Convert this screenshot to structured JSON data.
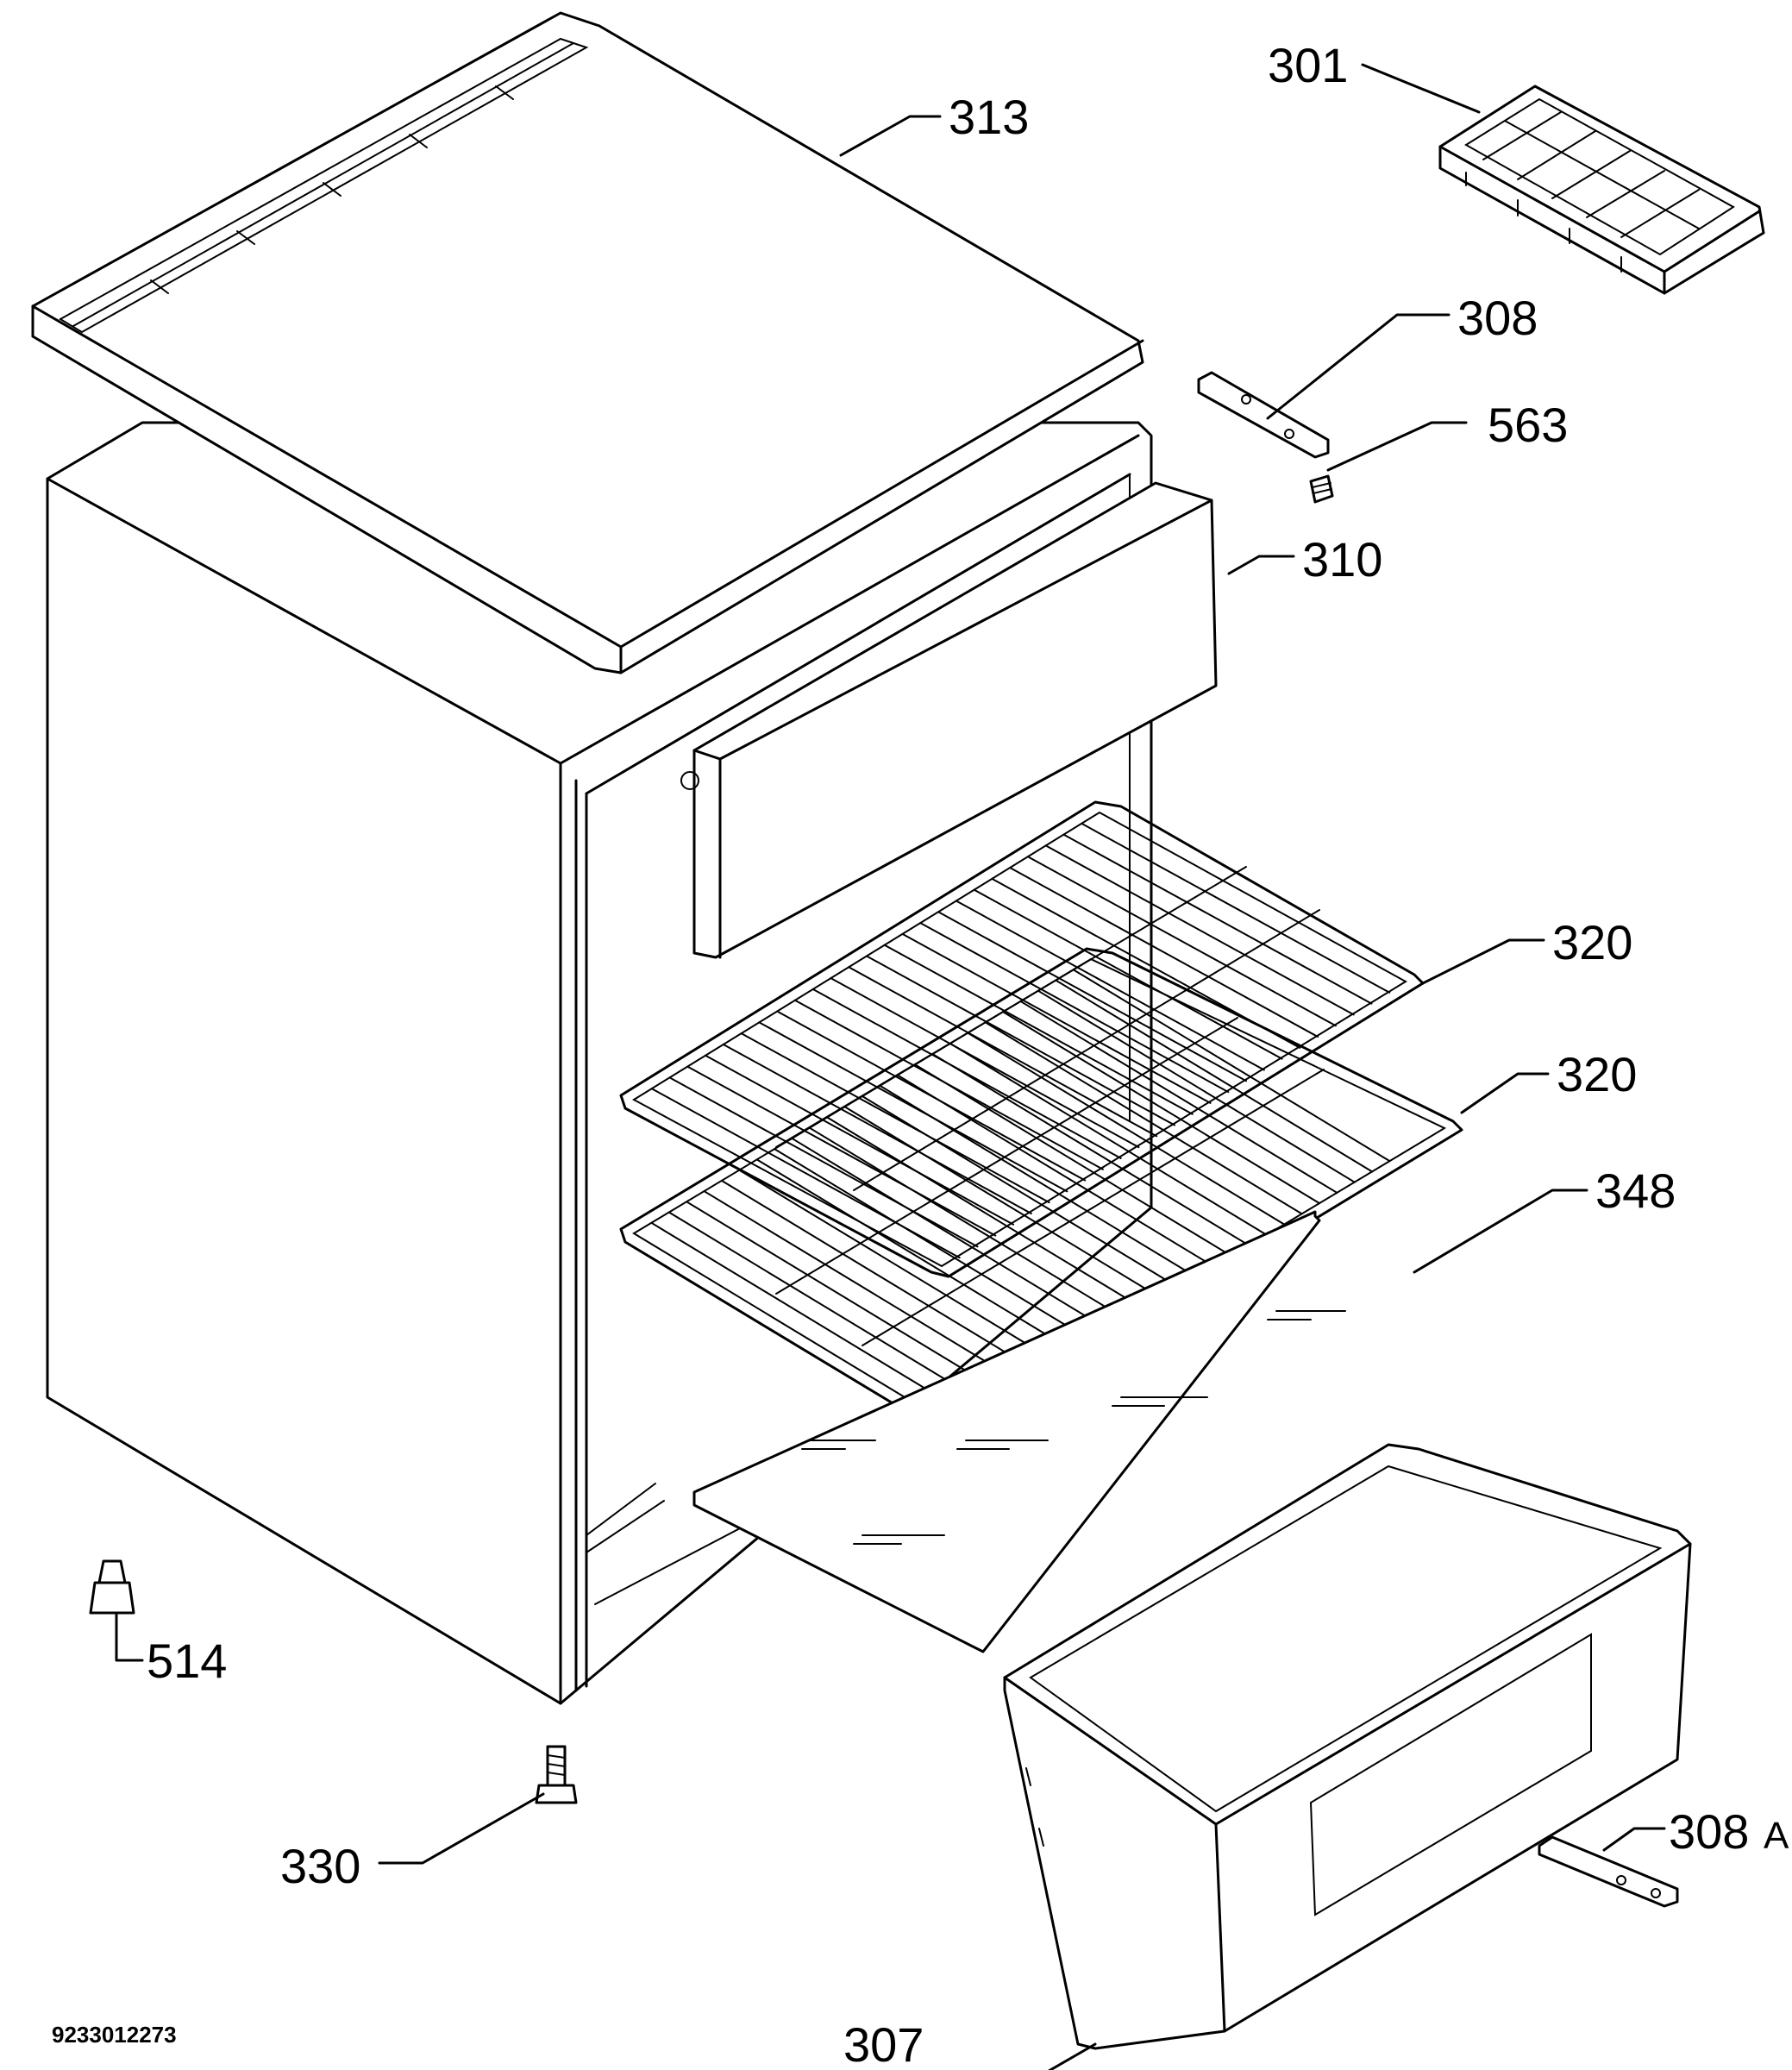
{
  "callouts": [
    {
      "id": "313",
      "text": "313"
    },
    {
      "id": "301",
      "text": "301"
    },
    {
      "id": "308",
      "text": "308"
    },
    {
      "id": "563",
      "text": "563"
    },
    {
      "id": "310",
      "text": "310"
    },
    {
      "id": "320a",
      "text": "320"
    },
    {
      "id": "320b",
      "text": "320"
    },
    {
      "id": "348",
      "text": "348"
    },
    {
      "id": "514",
      "text": "514"
    },
    {
      "id": "330",
      "text": "330"
    },
    {
      "id": "308A",
      "text": "308",
      "suffix": "A"
    },
    {
      "id": "307",
      "text": "307"
    }
  ],
  "drawing_number": "9233012273"
}
